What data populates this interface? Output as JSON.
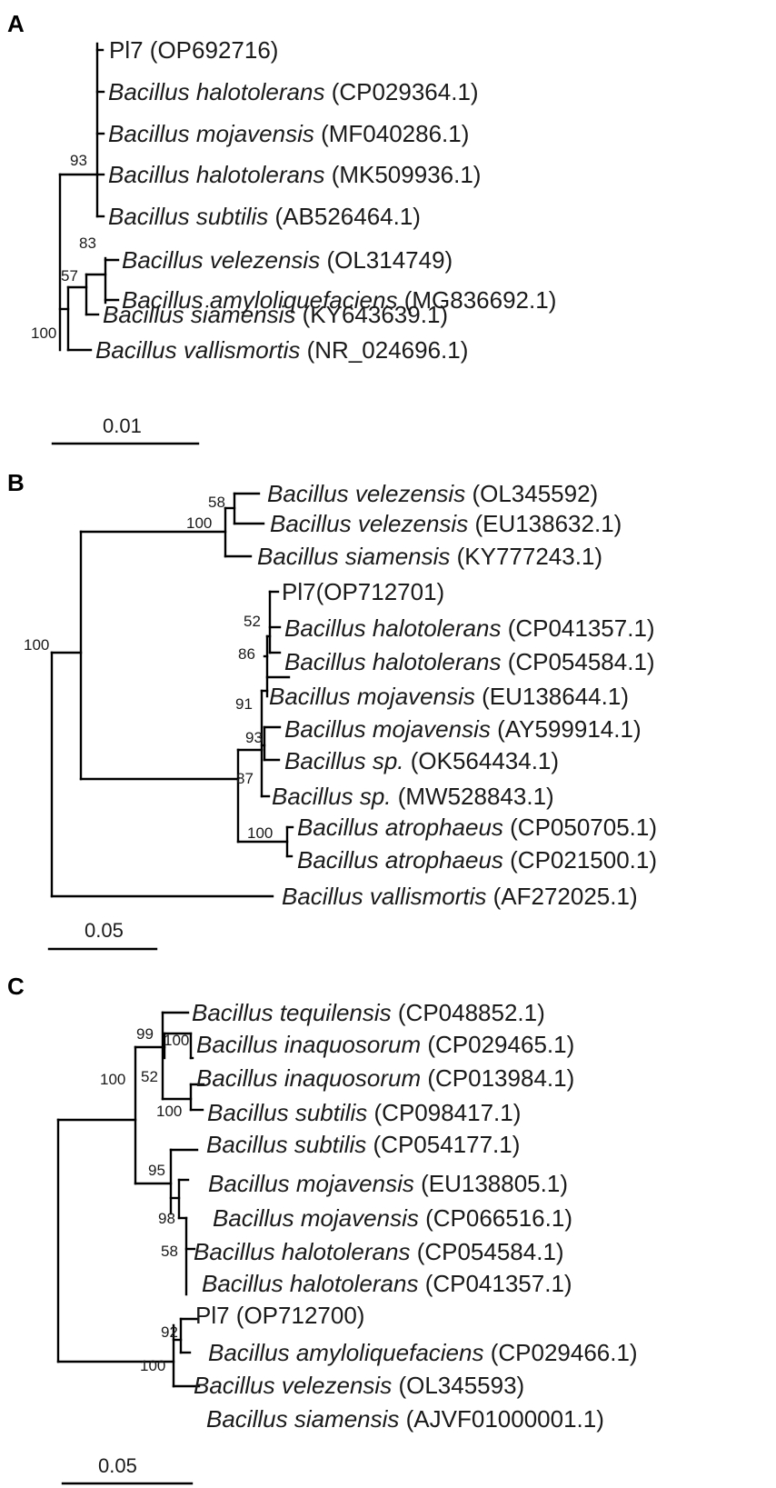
{
  "figure": {
    "panels": [
      {
        "letter": "A",
        "scale_label": "0.01",
        "taxa": [
          {
            "species": "",
            "accession": "Pl7 (OP692716)"
          },
          {
            "species": "Bacillus halotolerans",
            "accession": " (CP029364.1)"
          },
          {
            "species": "Bacillus mojavensis",
            "accession": " (MF040286.1)"
          },
          {
            "species": "Bacillus halotolerans",
            "accession": " (MK509936.1)"
          },
          {
            "species": "Bacillus subtilis",
            "accession": " (AB526464.1)"
          },
          {
            "species": "Bacillus velezensis",
            "accession": " (OL314749)"
          },
          {
            "species": "Bacillus amyloliquefaciens",
            "accession": " (MG836692.1)"
          },
          {
            "species": "Bacillus siamensis",
            "accession": " (KY643639.1)"
          },
          {
            "species": "Bacillus vallismortis",
            "accession": " (NR_024696.1)"
          }
        ],
        "supports": [
          "93",
          "83",
          "57",
          "100"
        ]
      },
      {
        "letter": "B",
        "scale_label": "0.05",
        "taxa": [
          {
            "species": "Bacillus velezensis",
            "accession": " (OL345592)"
          },
          {
            "species": "Bacillus velezensis",
            "accession": " (EU138632.1)"
          },
          {
            "species": "Bacillus siamensis",
            "accession": " (KY777243.1)"
          },
          {
            "species": "",
            "accession": "Pl7(OP712701)"
          },
          {
            "species": "Bacillus halotolerans",
            "accession": " (CP041357.1)"
          },
          {
            "species": "Bacillus halotolerans",
            "accession": " (CP054584.1)"
          },
          {
            "species": "Bacillus mojavensis",
            "accession": " (EU138644.1)"
          },
          {
            "species": "Bacillus mojavensis",
            "accession": " (AY599914.1)"
          },
          {
            "species": "Bacillus sp.",
            "accession": " (OK564434.1)"
          },
          {
            "species": "Bacillus sp.",
            "accession": " (MW528843.1)"
          },
          {
            "species": "Bacillus atrophaeus",
            "accession": " (CP050705.1)"
          },
          {
            "species": "Bacillus atrophaeus",
            "accession": " (CP021500.1)"
          },
          {
            "species": "Bacillus vallismortis",
            "accession": " (AF272025.1)"
          }
        ],
        "supports": [
          "58",
          "100",
          "100",
          "52",
          "86",
          "91",
          "93",
          "87",
          "100"
        ]
      },
      {
        "letter": "C",
        "scale_label": "0.05",
        "taxa": [
          {
            "species": "Bacillus tequilensis",
            "accession": " (CP048852.1)"
          },
          {
            "species": "Bacillus inaquosorum",
            "accession": " (CP029465.1)"
          },
          {
            "species": "Bacillus inaquosorum",
            "accession": " (CP013984.1)"
          },
          {
            "species": "Bacillus subtilis",
            "accession": " (CP098417.1)"
          },
          {
            "species": "Bacillus subtilis",
            "accession": " (CP054177.1)"
          },
          {
            "species": "Bacillus mojavensis",
            "accession": " (EU138805.1)"
          },
          {
            "species": "Bacillus mojavensis",
            "accession": " (CP066516.1)"
          },
          {
            "species": "Bacillus halotolerans",
            "accession": " (CP054584.1)"
          },
          {
            "species": "Bacillus halotolerans",
            "accession": " (CP041357.1)"
          },
          {
            "species": "",
            "accession": "Pl7 (OP712700)"
          },
          {
            "species": "Bacillus amyloliquefaciens",
            "accession": " (CP029466.1)"
          },
          {
            "species": "Bacillus velezensis",
            "accession": " (OL345593)"
          },
          {
            "species": "Bacillus siamensis",
            "accession": " (AJVF01000001.1)"
          }
        ],
        "supports": [
          "99",
          "100",
          "100",
          "52",
          "100",
          "95",
          "98",
          "58",
          "92",
          "100"
        ]
      }
    ]
  }
}
